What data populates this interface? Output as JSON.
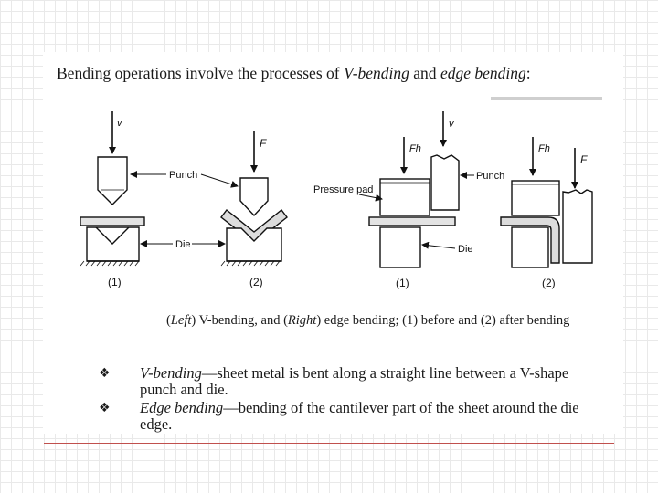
{
  "intro": {
    "prefix": "Bending operations involve the processes of ",
    "term1": "V-bending",
    "middle": " and ",
    "term2": "edge bending",
    "suffix": ":"
  },
  "figure_labels": {
    "v_left": "v",
    "f_left": "F",
    "punch_left": "Punch",
    "die_left": "Die",
    "step1_left": "(1)",
    "step2_left": "(2)",
    "v_right": "v",
    "fh_right_1": "Fh",
    "fh_right_2": "Fh",
    "f_right": "F",
    "pressure_pad": "Pressure pad",
    "punch_right": "Punch",
    "die_right": "Die",
    "step1_right": "(1)",
    "step2_right": "(2)"
  },
  "caption": {
    "open1": "(",
    "left": "Left",
    "mid": ") V-bending, and (",
    "right": "Right",
    "tail": ") edge bending; (1) before and (2) after bending"
  },
  "bullets": [
    {
      "mark": "❖",
      "term": "V-bending",
      "text": "—sheet metal is bent along a straight line between a V-shape punch and die."
    },
    {
      "mark": "❖",
      "term": "Edge bending",
      "text": "—bending of the cantilever part of the sheet around the die edge."
    }
  ]
}
